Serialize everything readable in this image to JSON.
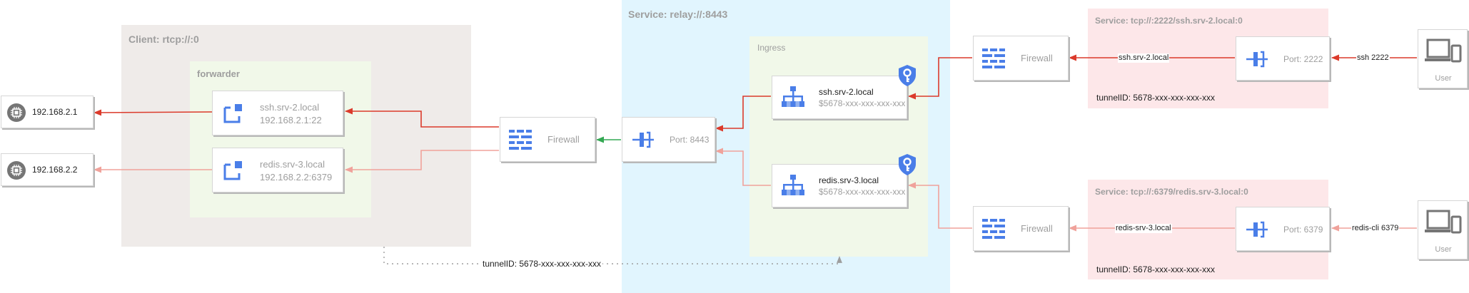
{
  "colors": {
    "primary_edge": "#db3a2b",
    "secondary_edge": "#f0a29b",
    "green_edge": "#34a853",
    "icon_blue": "#4a7ee8",
    "client_bg": "#efebe9",
    "forwarder_bg": "#f1f8e9",
    "service_bg": "#e1f5fe",
    "tcp_service_bg": "#fde7e9"
  },
  "client": {
    "label": "Client: rtcp://:0",
    "forwarder": {
      "label": "forwarder",
      "items": [
        {
          "name": "ssh.srv-2.local",
          "address": "192.168.2.1:22"
        },
        {
          "name": "redis.srv-3.local",
          "address": "192.168.2.2:6379"
        }
      ]
    }
  },
  "hosts": [
    {
      "label": "192.168.2.1",
      "icon": "chip-icon"
    },
    {
      "label": "192.168.2.2",
      "icon": "chip-icon"
    }
  ],
  "client_firewall": {
    "label": "Firewall"
  },
  "relay": {
    "label": "Service: relay://:8443",
    "port": {
      "label": "Port: 8443"
    },
    "ingress": {
      "label": "Ingress",
      "routes": [
        {
          "name": "ssh.srv-2.local",
          "tunnel": "$5678-xxx-xxx-xxx-xxx"
        },
        {
          "name": "redis.srv-3.local",
          "tunnel": "$5678-xxx-xxx-xxx-xxx"
        }
      ]
    }
  },
  "services": [
    {
      "label": "Service: tcp://:2222/ssh.srv-2.local:0",
      "firewall": "Firewall",
      "port": "Port: 2222",
      "tunnel_id": "tunnelID: 5678-xxx-xxx-xxx-xxx",
      "edge_in": "ssh 2222",
      "edge_out": "ssh.srv-2.local",
      "user": "User"
    },
    {
      "label": "Service: tcp://:6379/redis.srv-3.local:0",
      "firewall": "Firewall",
      "port": "Port: 6379",
      "tunnel_id": "tunnelID: 5678-xxx-xxx-xxx-xxx",
      "edge_in": "redis-cli 6379",
      "edge_out": "redis-srv-3.local",
      "user": "User"
    }
  ],
  "tunnel_link": {
    "label": "tunnelID: 5678-xxx-xxx-xxx-xxx"
  }
}
